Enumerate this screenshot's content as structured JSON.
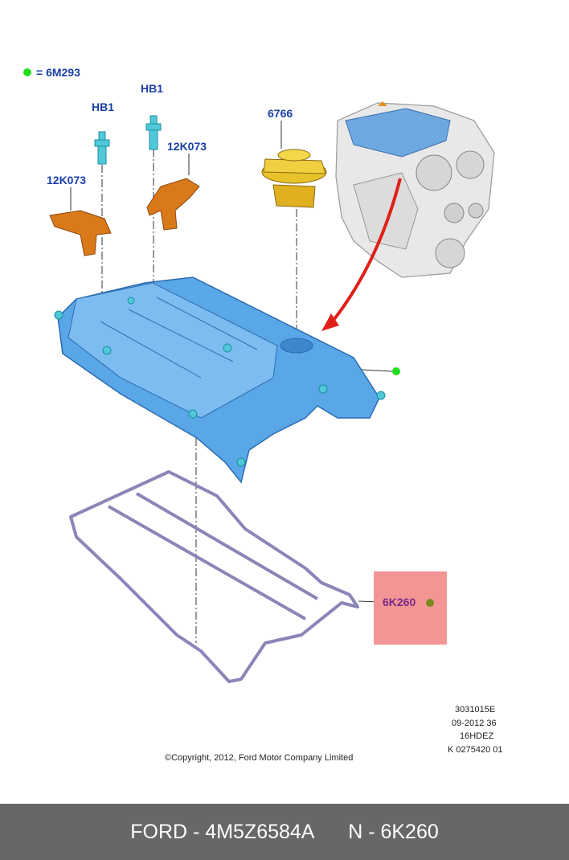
{
  "legend": {
    "symbol_color": "#22dd22",
    "text": "= 6M293"
  },
  "labels": {
    "hb1_left": "HB1",
    "hb1_right": "HB1",
    "sensor_left": "12K073",
    "sensor_right": "12K073",
    "oil_cap": "6766",
    "gasket": "6K260"
  },
  "meta_block": [
    "3031015E",
    "09-2012 36",
    "16HDEZ",
    "K 0275420 01"
  ],
  "copyright": "©Copyright, 2012, Ford Motor Company Limited",
  "footer": {
    "left": "FORD - 4M5Z6584A",
    "right": "N - 6K260"
  },
  "colors": {
    "label_blue": "#1a3fa6",
    "cover_blue": "#5aa7e8",
    "sensor_orange": "#d9791a",
    "cap_yellow": "#e8c22a",
    "gasket_purple": "#8a86b8",
    "highlight_pink": "#f49595",
    "arrow_red": "#e0201a",
    "footer_gray": "#676767"
  }
}
